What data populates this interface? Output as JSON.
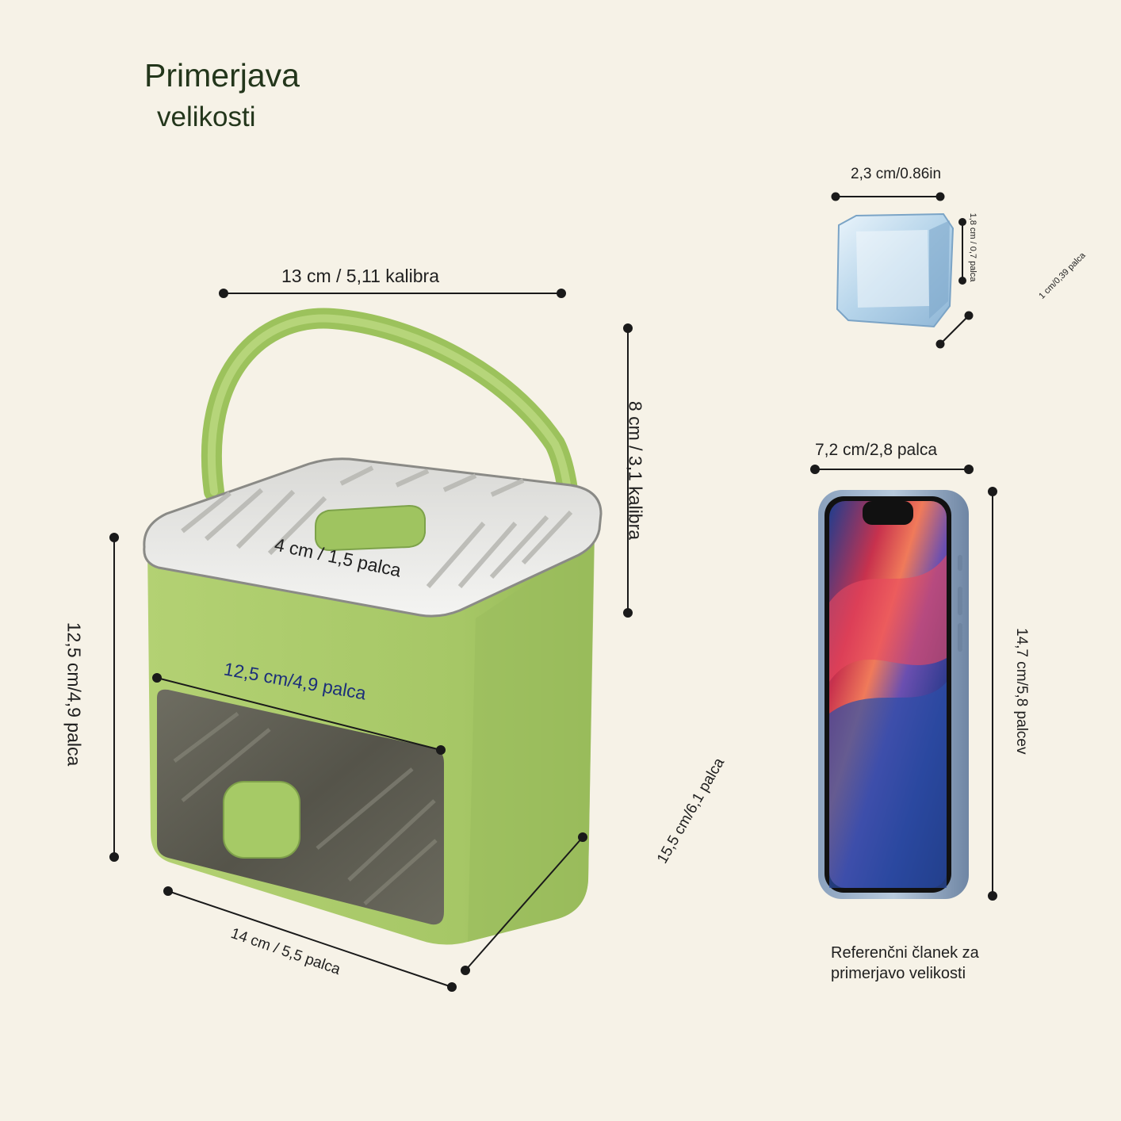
{
  "title": {
    "line1": "Primerjava",
    "line2": "velikosti"
  },
  "product": {
    "width_top": "13 cm / 5,11 kalibra",
    "handle_height": "8 cm / 3,1 kalibra",
    "lid_knob": "4 cm / 1,5 palca",
    "body_height": "12,5 cm/4,9 palca",
    "drawer_width": "12,5 cm/4,9 palca",
    "depth": "15,5 cm/6,1 palca",
    "base_width": "14 cm / 5,5 palca",
    "colors": {
      "body": "#a9c96a",
      "body_dark": "#8fb451",
      "drawer": "#5b5a4e",
      "lid": "#e8e8e5"
    }
  },
  "ice_cube": {
    "width": "2,3 cm/0.86in",
    "height": "1,8 cm / 0,7 palca",
    "depth": "1 cm/0,39 palca"
  },
  "phone": {
    "width": "7,2 cm/2,8 palca",
    "height": "14,7 cm/5,8 palcev"
  },
  "reference_note": {
    "line1": "Referenčni članek za",
    "line2": "primerjavo velikosti"
  }
}
